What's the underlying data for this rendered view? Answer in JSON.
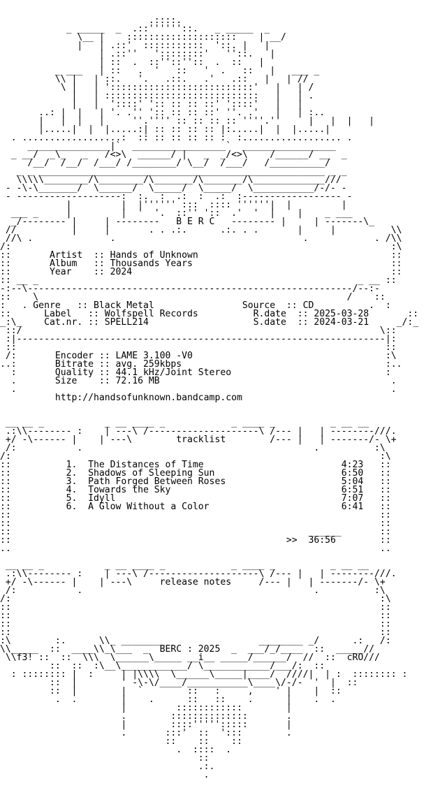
{
  "nfo_lines": [
    "",
    "",
    "                           .::::.                        ",
    "            _ _____  _  .::''''''::.   _ _____  _",
    "              \\__ |    ::::::::::::::::::::    | __/",
    "              |   | .::'  :::::::::::  '::. |   |",
    "                  | .::''   '::::::::'   ''::.   |",
    "                  | ::  .  ::''::''::  .  ::   |",
    "          _ ___   | ::   .  '   ::   '  .   ::   |   ___ _",
    "          \\\\ |   | ::.   '.   .::.   .'   .::   |   | //",
    "           \\ |   | '::::::::::::::::::::::::::'   |   | /",
    "             |   | ::::::::::::::::::::::::::::   |   | .",
    "             |   |  '::::' ':: :: :: ::' '::::'   |   |",
    "       ..: |  |   | '. .'' ':: :: :: ::' ''. .'   |   | :..",
    "       |   |  |   |     ''.'''' :: :: :: :: ''''.''     |   |  |   |",
    "       |.....|  |  |.....:| :: :: :: :: |:.....|  |  |.....|",
    "  . ..................:  :: :: :: :: :: :  :.................. .",
    "     _______________|`  _________________`  _________________",
    "  _ __/  _\\_   _   /<>\\  ______/ |   _  _/<>\\    /______/ __  _",
    "     /__/  /__/  /___/ /________/ \\__/  /___/   /__________/",
    "   _ _ ____________________________________________________ _ _",
    "   \\\\\\\\\\________/\\________/\\_______/\\_______/\\_____________///",
    " - -\\-\\_______/  \\______/  \\_____/  \\_____/  \\___________/-/- -",
    " - -------------------:  :.  :  .:  :  .:  :------------------ -",
    "            |         |  |'''''' :::  :::: ''''''|  |         |",
    "  ___ _     |         |  '  '.  ::'' '::  .'  '  |    |    _ ___",
    "  _/-------- |     | --------   B E R C   -------- |     | -------\\_",
    " //          |     |       . . .:.      .:. . .       |     |          \\\\",
    " //\\ .              .                                  .            . /\\\\",
    "/:                                                                     :\\",
    "::       Artist  :: Hands of Unknown                                   ::",
    "::       Album   :: Thousands Years                                    ::",
    "::       Year    :: 2024                                               ::",
    ":: __ _                                                          _ __ ::",
    "-:--\\-----------------------------------------------------------/--:-",
    "::    \\                                                        /    ::",
    ":   . Genre   :: Black Metal                Source  :: CD          .  :",
    "::      Label   :: Wolfspell Records          R.date  :: 2025-03-28       ::",
    "_:\\_    Cat.nr. :: SPELL214                   S.date  :: 2024-03-21     _/:_",
    " ::/                                                                 \\::",
    " :|-------------------------------------------------------------------|:",
    " ::                                                                   ::",
    " /:       Encoder :: LAME 3.100 -V0                                   :\\",
    "..:       Bitrate :: avg. 259kbps                                     :..",
    "  :       Quality :: 44.1 kHz/Joint Stereo                            :",
    "  .       Size    :: 72.16 MB                                          .",
    "  .                                                                    .",
    "          http://handsofunknown.bandcamp.com",
    "",
    "",
    " __ __ _           _ __ ____ _            _ ____ _          _ __ __",
    " .:\\\\-------- :    | ---\\ /--------------------\\ /--- |   | --------///.",
    " +/ -\\------ |    | ---\\        tracklist        /--- |   | -------/- \\+",
    " /:           .                                          .          :\\",
    "/:                                                                   :\\",
    "::          1.  The Distances of Time                         4:23   ::",
    "::          2.  Shadows of Sleeping Sun                       6:50   ::",
    "::          3.  Path Forged Between Roses                     5:04   ::",
    "::          4.  Towards the Sky                               6:51   ::",
    "::          5.  Idyll                                         7:07   ::",
    "::          6.  A Glow Without a Color                        6:41   ::",
    "::                                                                   ::",
    "::                                                                   ::",
    "::                                                      ______       ::",
    "::                                                  >>  36:56        ::",
    "..                                                                   ..",
    "",
    " __ __ _           _ __ ____ _            _ ____ _          _ __ __",
    " .:\\\\-------- :    | ---\\ /--------------------\\ /--- |   | --------///.",
    " +/ -\\------ |    | ---\\     release notes     /--- |   | -------/- \\+",
    " /:           .                                          .          :\\",
    "/:                                                                   :\\",
    "::                                                                   ::",
    "::                                                                   ::",
    "::                                                                   ::",
    "::                                                                   ::",
    ":\\        :.      \\\\_ ________                 ________ _/      .:   /:",
    "\\\\_____  ::  ____\\\\_\\___  _  BERC : 2025  _  ___/_/____  ::  _____//",
    " \\\\f3! ::  ::  \\\\\\  \\______\\_____ __i__ _____/______/  //  ::  cRO///",
    "         ::  ::  :\\__\\____________/ \\____________/___/:  ::",
    "  : :::::::: |  :     | |\\\\\\\\  \\______\\_____|____/  ////|  | :  :::::::: :",
    "         ::  |        ' -\\-\\/____/___________\\____\\/-/-  '  |  ::",
    "         ::  |        |  `        ::   :     ,    ' |    |  ::",
    "          .  .        |    .      ::   ::    .      |    .  .",
    "                      |         ::::::::::::        |",
    "                      .        ::::::::::::::       .",
    "                      |        ::::''''':::::       |",
    "                      .       :::'  ::  ':::        .",
    "                              ::    ::    ::",
    "                                .  ::::  .",
    "                                    ::",
    "                                    .:.",
    "                                     .",
    ""
  ]
}
